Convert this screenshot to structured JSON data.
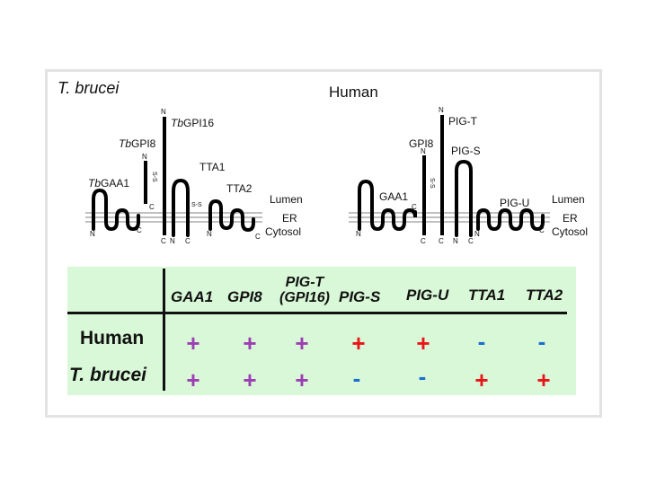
{
  "colors": {
    "plus_purple": "#9b3fb3",
    "plus_red": "#e8151a",
    "minus_blue": "#1b6fd0",
    "panel_green": "#d9f8d7"
  },
  "diagram": {
    "tbrucei": {
      "title": "T. brucei",
      "gaa1": {
        "prefix": "Tb",
        "name": "GAA1"
      },
      "gpi8": {
        "prefix": "Tb",
        "name": "GPI8"
      },
      "gpi16": {
        "prefix": "Tb",
        "name": "GPI16"
      },
      "tta1": "TTA1",
      "tta2": "TTA2",
      "lumen": "Lumen",
      "er": "ER",
      "cytosol": "Cytosol"
    },
    "human": {
      "title": "Human",
      "gaa1": "GAA1",
      "gpi8": "GPI8",
      "pigt": "PIG-T",
      "pigs": "PIG-S",
      "pigu": "PIG-U",
      "lumen": "Lumen",
      "er": "ER",
      "cytosol": "Cytosol"
    },
    "terminus_n": "N",
    "terminus_c": "C",
    "disulfide": "S-S"
  },
  "table": {
    "columns": [
      "GAA1",
      "GPI8",
      "PIG-T",
      "(GPI16)",
      "PIG-S",
      "PIG-U",
      "TTA1",
      "TTA2"
    ],
    "rows": [
      {
        "label": "Human",
        "cells": [
          "+",
          "+",
          "+",
          "+",
          "+",
          "-",
          "-"
        ]
      },
      {
        "label": "T. brucei",
        "cells": [
          "+",
          "+",
          "+",
          "-",
          "-",
          "+",
          "+"
        ]
      }
    ]
  }
}
